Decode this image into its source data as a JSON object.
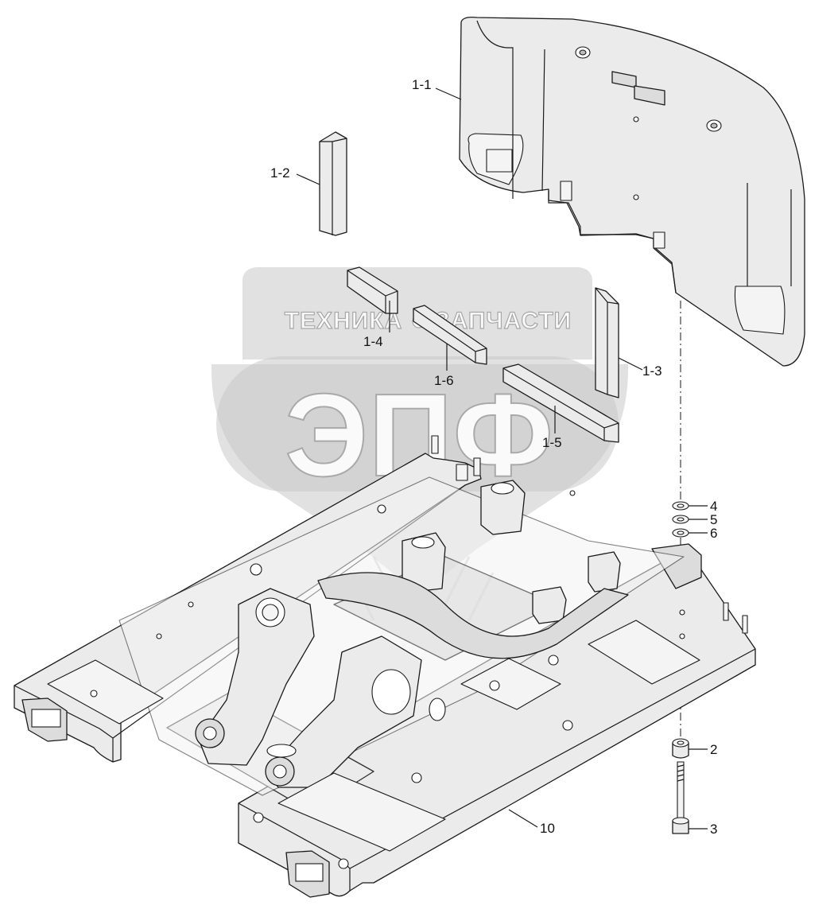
{
  "labels": {
    "p1_1": "1-1",
    "p1_2": "1-2",
    "p1_3": "1-3",
    "p1_4": "1-4",
    "p1_5": "1-5",
    "p1_6": "1-6",
    "p2": "2",
    "p3": "3",
    "p4": "4",
    "p5": "5",
    "p6": "6",
    "p10": "10"
  },
  "watermark": {
    "text_left": "ТЕХНИКА",
    "text_right": "ЗАПЧАСТИ",
    "logo": "ЭПФ"
  },
  "colors": {
    "line": "#1a1a1a",
    "part_fill": "#ebebeb",
    "watermark": "#c8c8c8"
  }
}
